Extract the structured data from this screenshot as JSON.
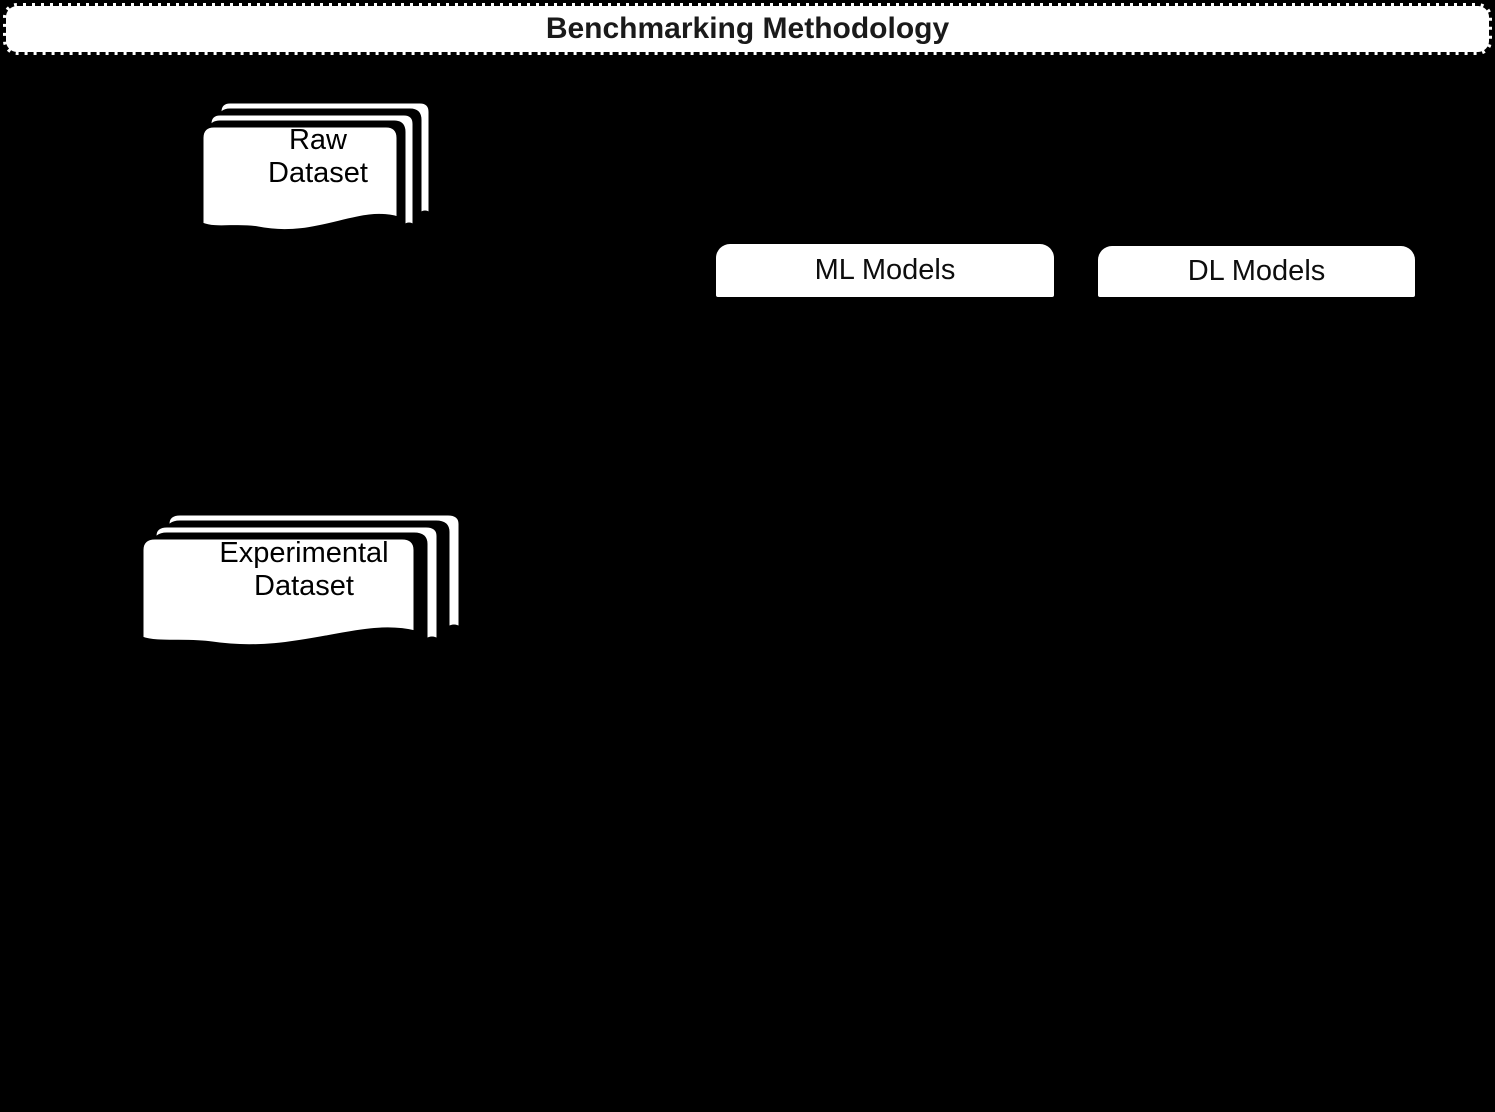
{
  "figure": {
    "background_color": "#000000",
    "shape_fill": "#ffffff",
    "stroke_color": "#000000",
    "text_color": "#000000"
  },
  "header": {
    "title": "Benchmarking Methodology",
    "border_style": "dashed",
    "fill": "#ffffff"
  },
  "nodes": {
    "raw_dataset": {
      "label_line1": "Raw",
      "label_line2": "Dataset",
      "shape": "multi-document",
      "stack_count": 3
    },
    "experimental_dataset": {
      "label_line1": "Experimental",
      "label_line2": "Dataset",
      "shape": "multi-document",
      "stack_count": 3
    },
    "ml_models": {
      "label": "ML Models",
      "shape": "rounded-top-rectangle"
    },
    "dl_models": {
      "label": "DL Models",
      "shape": "rounded-top-rectangle"
    }
  }
}
